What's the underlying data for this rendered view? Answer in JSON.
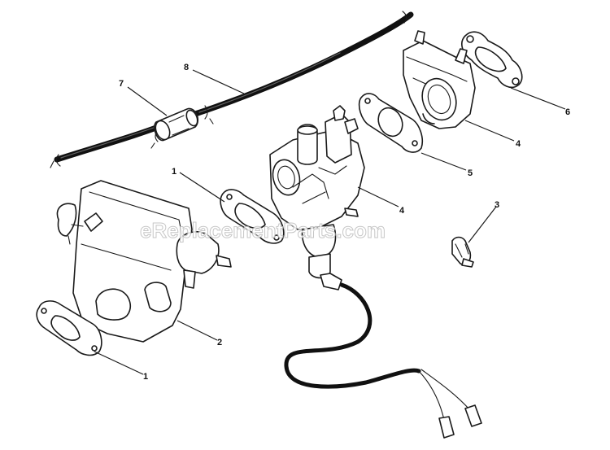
{
  "watermark": "eReplacementParts.com",
  "callouts": [
    {
      "id": "c7",
      "text": "7"
    },
    {
      "id": "c8",
      "text": "8"
    },
    {
      "id": "c6",
      "text": "6"
    },
    {
      "id": "c4a",
      "text": "4"
    },
    {
      "id": "c5",
      "text": "5"
    },
    {
      "id": "c4b",
      "text": "4"
    },
    {
      "id": "c1a",
      "text": "1"
    },
    {
      "id": "c3",
      "text": "3"
    },
    {
      "id": "c2",
      "text": "2"
    },
    {
      "id": "c1b",
      "text": "1"
    }
  ],
  "colors": {
    "line": "#1a1a1a",
    "hose": "#111111",
    "background": "#ffffff"
  }
}
